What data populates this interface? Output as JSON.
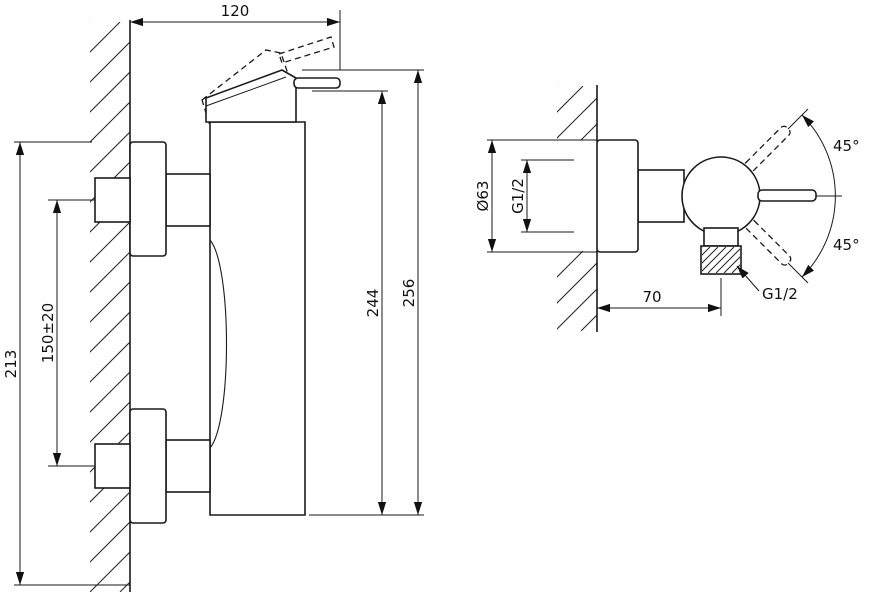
{
  "drawing": {
    "side_view": {
      "dim_width": "120",
      "dim_height_outer": "256",
      "dim_height_inner": "244",
      "dim_height_left": "213",
      "dim_mount_spacing": "150±20"
    },
    "front_view": {
      "dim_flange_diameter": "Ø63",
      "dim_thread_wall": "G1/2",
      "dim_depth": "70",
      "dim_thread_outlet": "G1/2",
      "dim_angle_upper": "45°",
      "dim_angle_lower": "45°"
    }
  }
}
